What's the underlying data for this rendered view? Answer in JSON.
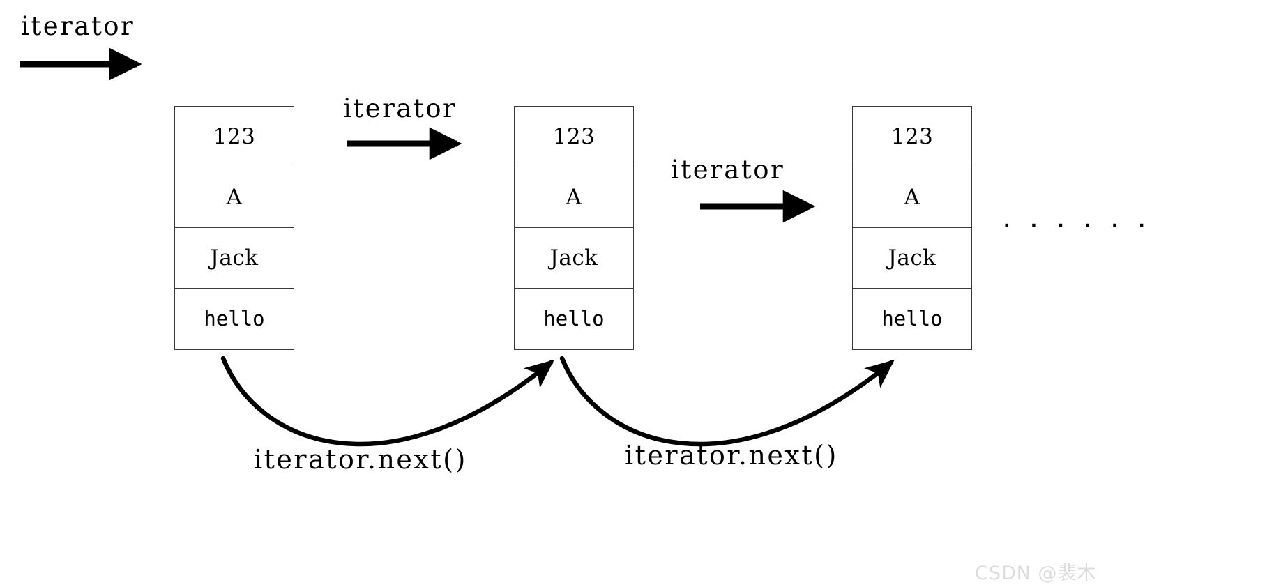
{
  "diagram": {
    "title": "iterator traversal over linked nodes",
    "stroke_color": "#000000",
    "box_border_color": "#3a3a3a",
    "background": "#ffffff"
  },
  "top_label": {
    "text": "iterator"
  },
  "nodes": [
    {
      "id": "node-1",
      "cells": [
        "123",
        "A",
        "Jack",
        "hello"
      ]
    },
    {
      "id": "node-2",
      "cells": [
        "123",
        "A",
        "Jack",
        "hello"
      ]
    },
    {
      "id": "node-3",
      "cells": [
        "123",
        "A",
        "Jack",
        "hello"
      ]
    }
  ],
  "iterator_labels": [
    {
      "text": "iterator"
    },
    {
      "text": "iterator"
    }
  ],
  "next_labels": [
    {
      "text": "iterator.next()"
    },
    {
      "text": "iterator.next()"
    }
  ],
  "ellipsis": {
    "text": "· · · · · ·"
  },
  "watermark": {
    "text": "CSDN @裴木"
  }
}
